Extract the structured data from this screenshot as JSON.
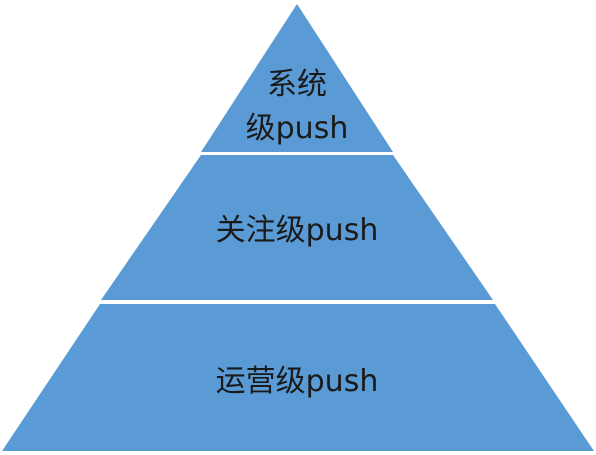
{
  "pyramid": {
    "fill_color": "#5b9bd5",
    "divider_color": "#ffffff",
    "tiers": [
      {
        "lines": [
          "系统",
          "级push"
        ]
      },
      {
        "lines": [
          "关注级push"
        ]
      },
      {
        "lines": [
          "运营级push"
        ]
      }
    ]
  }
}
